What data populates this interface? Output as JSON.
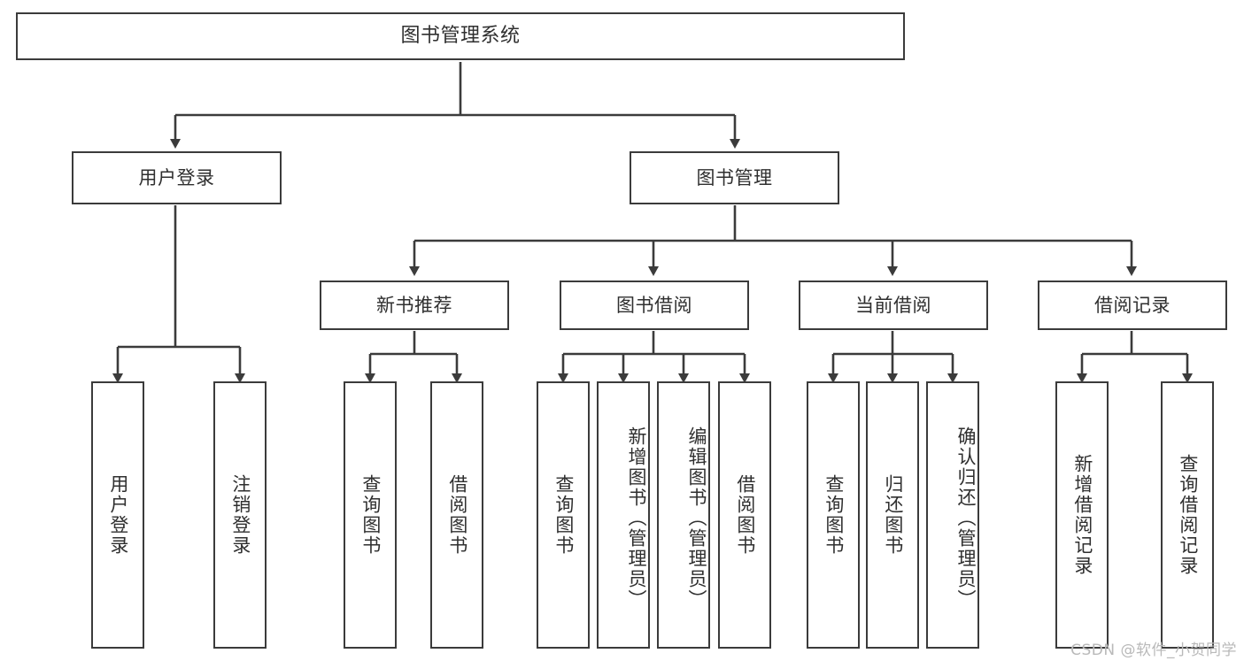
{
  "diagram": {
    "title": "图书管理系统",
    "type": "tree",
    "root": {
      "label": "图书管理系统"
    },
    "level2": [
      {
        "label": "用户登录"
      },
      {
        "label": "图书管理"
      }
    ],
    "level3": [
      {
        "label": "新书推荐"
      },
      {
        "label": "图书借阅"
      },
      {
        "label": "当前借阅"
      },
      {
        "label": "借阅记录"
      }
    ],
    "leaves": {
      "user_login": [
        {
          "label": "用户登录"
        },
        {
          "label": "注销登录"
        }
      ],
      "new_book_recommend": [
        {
          "label": "查询图书"
        },
        {
          "label": "借阅图书"
        }
      ],
      "book_borrow": [
        {
          "label": "查询图书"
        },
        {
          "label": "新增图书（管理员）"
        },
        {
          "label": "编辑图书（管理员）"
        },
        {
          "label": "借阅图书"
        }
      ],
      "current_borrow": [
        {
          "label": "查询图书"
        },
        {
          "label": "归还图书"
        },
        {
          "label": "确认归还（管理员）"
        }
      ],
      "borrow_record": [
        {
          "label": "新增借阅记录"
        },
        {
          "label": "查询借阅记录"
        }
      ]
    }
  },
  "watermark": {
    "text": "CSDN @软件_小贺同学"
  },
  "colors": {
    "background": "#ffffff",
    "box_border": "#3b3b3b",
    "box_fill": "#ffffff",
    "text": "#2f2f2f",
    "connector": "#3b3b3b",
    "watermark": "#b9b9b9"
  }
}
